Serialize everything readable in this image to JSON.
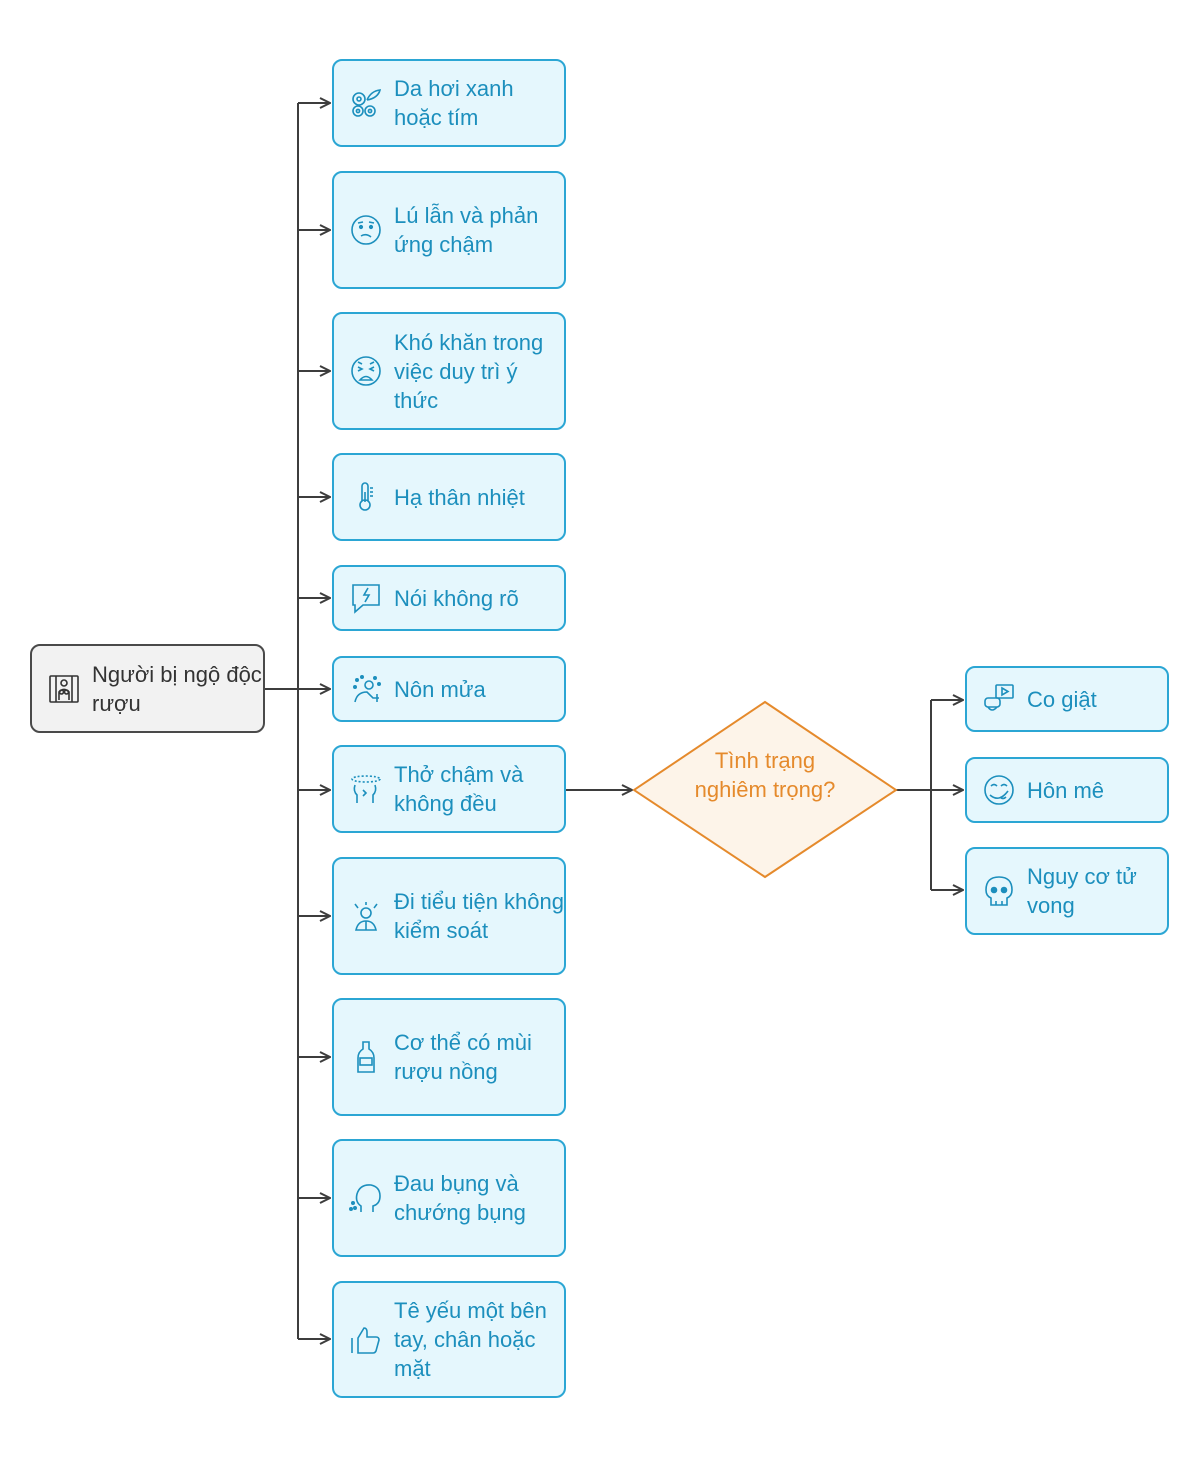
{
  "colors": {
    "root_border": "#4a4a4a",
    "root_fill": "#f2f2f2",
    "symptom_border": "#2ba6d4",
    "symptom_fill": "#e5f7fd",
    "symptom_text": "#1c8fbd",
    "decision_border": "#e58a2c",
    "decision_fill": "#fdf4e9",
    "connector": "#3d3d3d"
  },
  "root": {
    "label": "Người bị ngộ độc rượu",
    "icon": "prison-person-icon"
  },
  "symptoms": [
    {
      "label": "Da hơi xanh hoặc tím",
      "icon": "berries-icon"
    },
    {
      "label": "Lú lẫn và phản ứng chậm",
      "icon": "confused-face-icon"
    },
    {
      "label": "Khó khăn trong việc duy trì ý thức",
      "icon": "tired-face-icon"
    },
    {
      "label": "Hạ thân nhiệt",
      "icon": "thermometer-icon"
    },
    {
      "label": "Nói không rõ",
      "icon": "speech-bubble-icon"
    },
    {
      "label": "Nôn mửa",
      "icon": "vomiting-person-icon"
    },
    {
      "label": "Thở chậm và không đều",
      "icon": "dizzy-head-icon"
    },
    {
      "label": "Đi tiểu tiện không kiểm soát",
      "icon": "stressed-person-icon"
    },
    {
      "label": "Cơ thể có mùi rượu nồng",
      "icon": "bottle-icon"
    },
    {
      "label": "Đau bụng và chướng bụng",
      "icon": "sick-head-icon"
    },
    {
      "label": "Tê yếu một bên tay, chân hoặc mặt",
      "icon": "thumbs-up-icon"
    }
  ],
  "decision": {
    "label": "Tình trạng nghiêm trọng?"
  },
  "outcomes": [
    {
      "label": "Co giật",
      "icon": "vr-headset-icon"
    },
    {
      "label": "Hôn mê",
      "icon": "dizzy-face-icon"
    },
    {
      "label": "Nguy cơ tử vong",
      "icon": "skull-icon"
    }
  ]
}
